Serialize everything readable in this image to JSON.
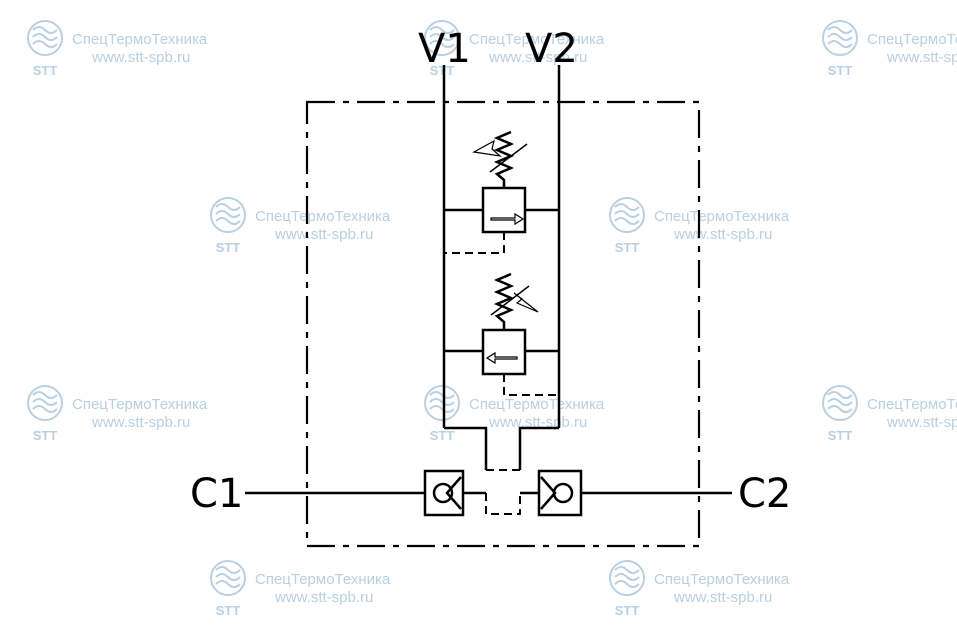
{
  "ports": {
    "v1": "V1",
    "v2": "V2",
    "c1": "C1",
    "c2": "C2"
  },
  "watermark": {
    "company": "СпецТермоТехника",
    "url": "www.stt-spb.ru",
    "logo": "STT",
    "color": "#b9cfe2"
  },
  "colors": {
    "line": "#000000",
    "background": "#ffffff"
  }
}
